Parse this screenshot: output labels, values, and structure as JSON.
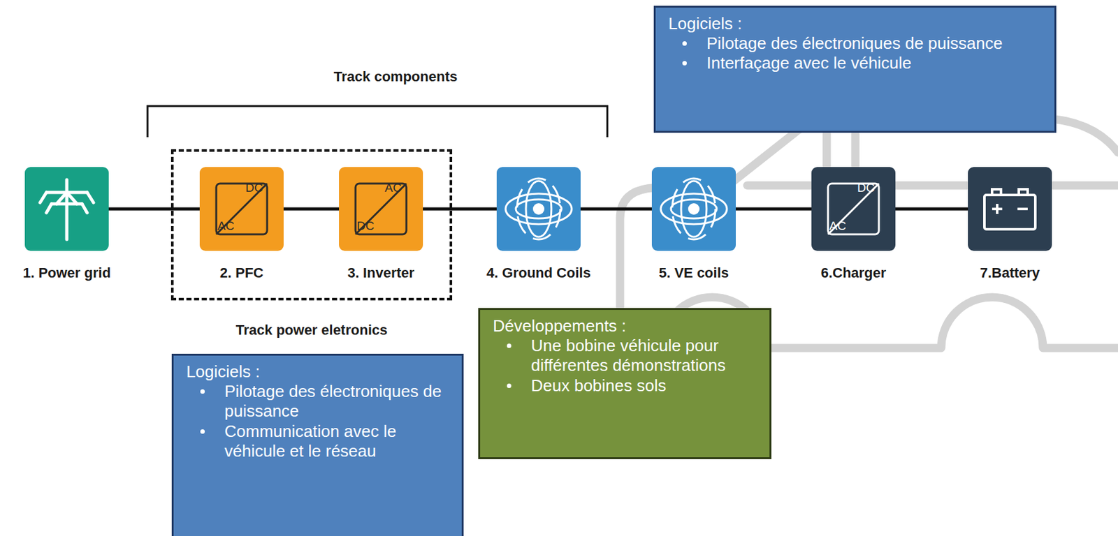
{
  "diagram": {
    "nodes": [
      {
        "text": [
          "1. Power grid"
        ]
      },
      {
        "text": [
          "Track power eletronics"
        ]
      },
      {
        "text": [
          "2. PFC"
        ],
        "in": 1
      },
      {
        "text": [
          "3. Inverter"
        ],
        "in": 1
      },
      {
        "text": [
          "4. Ground Coils"
        ]
      },
      {
        "text": [
          "5. VE coils"
        ]
      },
      {
        "text": [
          "6.Charger"
        ]
      },
      {
        "text": [
          "7.Battery"
        ]
      },
      {
        "text": [
          "Logiciels :",
          "Pilotage des électroniques de puissance",
          "Interfaçage avec le véhicule"
        ]
      },
      {
        "text": [
          "Développements :",
          "Une bobine véhicule pour différentes démonstrations",
          "Deux bobines sols"
        ]
      },
      {
        "text": [
          "Logiciels :",
          "Pilotage des électroniques de puissance",
          "Communication avec le véhicule et le réseau"
        ]
      }
    ],
    "edges": [
      {
        "from": 0,
        "to": 2,
        "arrow": "none"
      },
      {
        "from": 2,
        "to": 3,
        "arrow": "none"
      },
      {
        "from": 3,
        "to": 4,
        "arrow": "none"
      },
      {
        "from": 4,
        "to": 5,
        "arrow": "none"
      },
      {
        "from": 5,
        "to": 6,
        "arrow": "none"
      },
      {
        "from": 6,
        "to": 7,
        "arrow": "none"
      }
    ],
    "labels": [
      "Track components",
      "DC",
      "AC",
      "AC",
      "DC",
      "DC",
      "AC"
    ]
  }
}
